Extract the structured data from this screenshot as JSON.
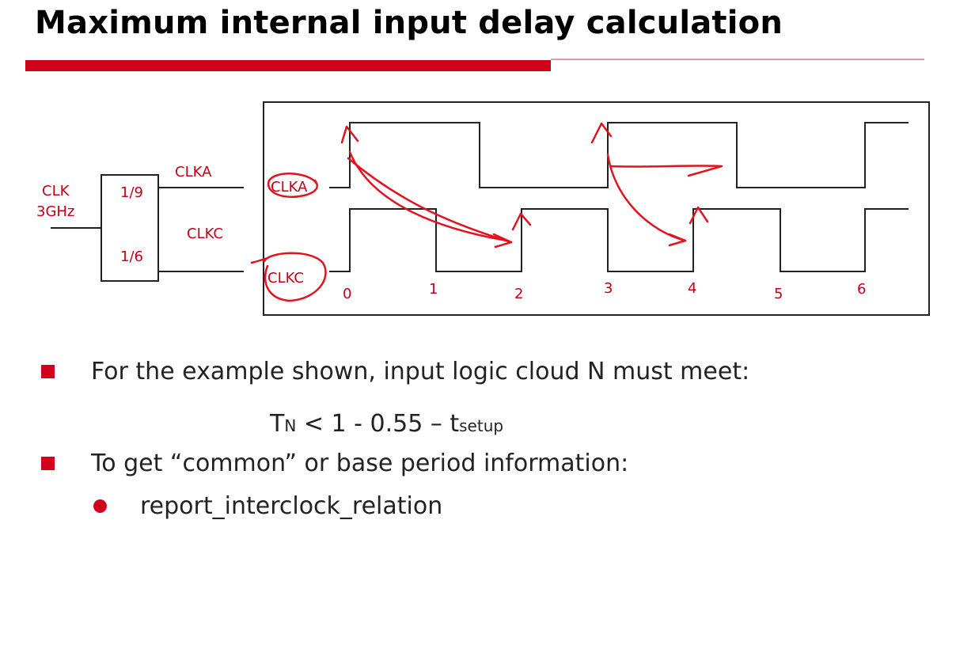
{
  "title": "Maximum internal input delay calculation",
  "colors": {
    "accent": "#d0021b",
    "annotation": "#e0141e"
  },
  "diagram": {
    "clock_input": {
      "name": "CLK",
      "freq": "3GHz"
    },
    "divider": {
      "top_ratio": "1/9",
      "bottom_ratio": "1/6"
    },
    "outputs": {
      "a": "CLKA",
      "c": "CLKC"
    },
    "waveform_labels": {
      "a": "CLKA",
      "c": "CLKC"
    },
    "ticks": [
      "0",
      "1",
      "2",
      "3",
      "4",
      "5",
      "6"
    ]
  },
  "bullets": [
    {
      "text": "For the example shown, input logic cloud N must meet:"
    },
    {
      "text": "To get “common” or base period information:"
    }
  ],
  "formula": {
    "t": "T",
    "t_sub": "N",
    "expr": " < 1 - 0.55 – t",
    "setup_sub": "setup"
  },
  "sub_bullets": [
    {
      "text": "report_interclock_relation"
    }
  ]
}
